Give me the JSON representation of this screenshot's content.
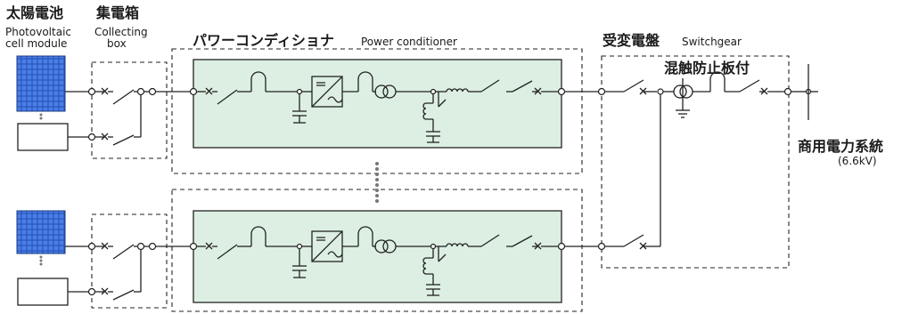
{
  "labels": {
    "solar_jp": "太陽電池",
    "solar_en_1": "Photovoltaic",
    "solar_en_2": "cell module",
    "box_jp": "集電箱",
    "box_en_1": "Collecting",
    "box_en_2": "box",
    "pcs_jp": "パワーコンディショナ",
    "pcs_en": "Power conditioner",
    "switchgear_jp": "受変電盤",
    "switchgear_en": "Switchgear",
    "mix_prevent_jp": "混触防止板付",
    "grid_jp": "商用電力系統",
    "grid_voltage": "(6.6kV)"
  },
  "colors": {
    "panel_blue": "#2a56b8",
    "panel_light": "#6a9bff",
    "pcs_fill": "#dcefe2",
    "line": "#222222"
  },
  "icons": [
    "solar-panel-icon",
    "breaker-icon",
    "inductor-icon",
    "capacitor-icon",
    "inverter-icon",
    "transformer-icon",
    "ground-icon"
  ]
}
